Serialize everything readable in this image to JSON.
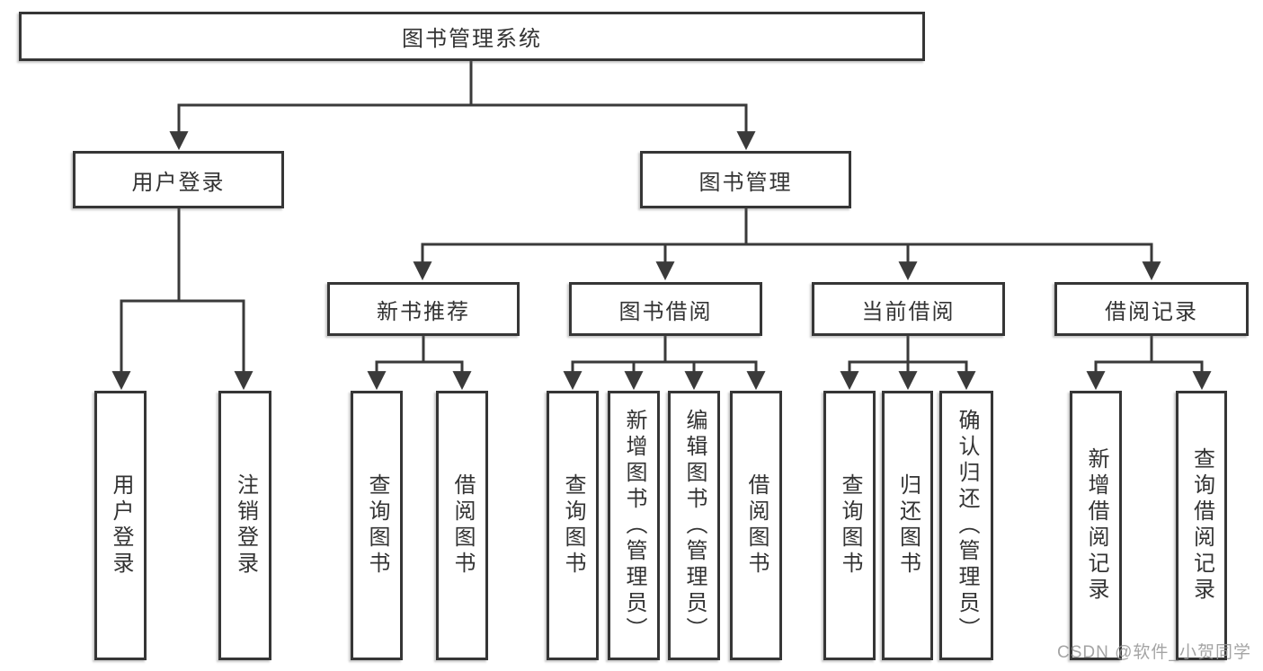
{
  "diagram_title": "图书管理系统",
  "colors": {
    "line": "#3a3a3a",
    "box_border": "#363636",
    "text": "#333333",
    "watermark_text": "#949494",
    "background": "#ffffff"
  },
  "tree": {
    "label": "图书管理系统",
    "children": [
      {
        "label": "用户登录",
        "children": [
          {
            "label": "用户登录"
          },
          {
            "label": "注销登录"
          }
        ]
      },
      {
        "label": "图书管理",
        "children": [
          {
            "label": "新书推荐",
            "children": [
              {
                "label": "查询图书"
              },
              {
                "label": "借阅图书"
              }
            ]
          },
          {
            "label": "图书借阅",
            "children": [
              {
                "label": "查询图书"
              },
              {
                "label": "新增图书（管理员）"
              },
              {
                "label": "编辑图书（管理员）"
              },
              {
                "label": "借阅图书"
              }
            ]
          },
          {
            "label": "当前借阅",
            "children": [
              {
                "label": "查询图书"
              },
              {
                "label": "归还图书"
              },
              {
                "label": "确认归还（管理员）"
              }
            ]
          },
          {
            "label": "借阅记录",
            "children": [
              {
                "label": "新增借阅记录"
              },
              {
                "label": "查询借阅记录"
              }
            ]
          }
        ]
      }
    ]
  },
  "watermark": {
    "text": "CSDN @软件_小贺同学"
  }
}
